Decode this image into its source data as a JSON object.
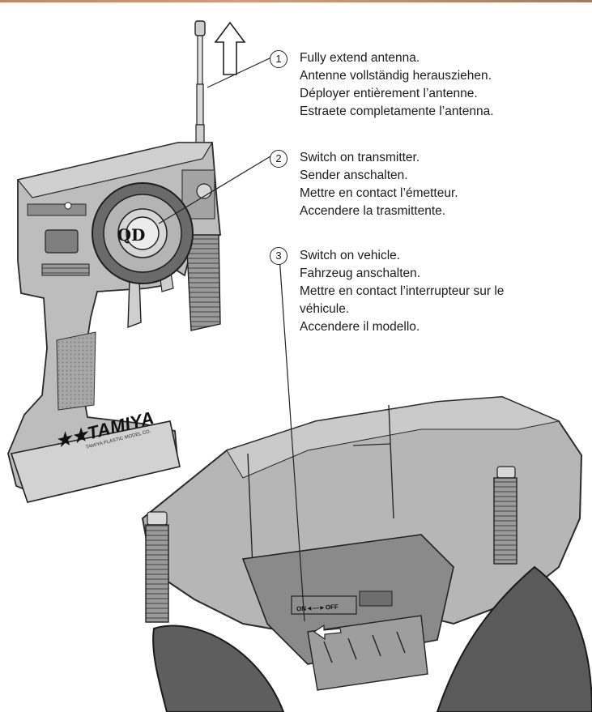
{
  "steps": [
    {
      "number": "1",
      "lines": [
        "Fully extend antenna.",
        "Antenne vollständig herausziehen.",
        "Déployer entièrement l’antenne.",
        "Estraete completamente l’antenna."
      ]
    },
    {
      "number": "2",
      "lines": [
        "Switch on transmitter.",
        "Sender anschalten.",
        "Mettre en contact l’émetteur.",
        "Accendere la trasmittente."
      ]
    },
    {
      "number": "3",
      "lines": [
        "Switch on vehicle.",
        "Fahrzeug anschalten.",
        "Mettre en contact l’interrupteur sur le",
        "véhicule.",
        "Accendere il modello."
      ]
    }
  ],
  "transmitter": {
    "brand": "TAMIYA",
    "brand_sub": "TAMIYA PLASTIC MODEL CO.",
    "wheel_mark": "QD"
  },
  "vehicle": {
    "switch_label": "ON◄—►OFF"
  },
  "colors": {
    "body_gray": "#b9b9b9",
    "dark_gray": "#7a7a7a",
    "outline": "#2a2a2a"
  }
}
